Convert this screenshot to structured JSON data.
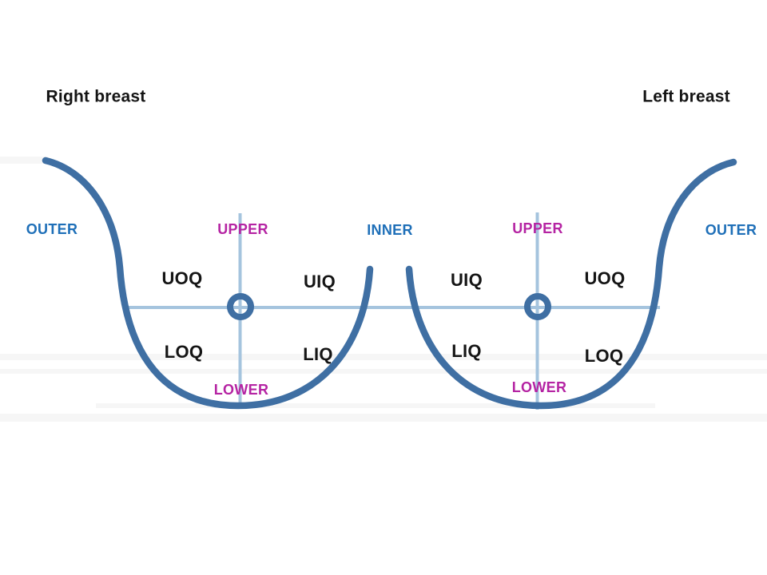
{
  "colors": {
    "outline": "#3f6fa3",
    "crosshair": "#a5c4de",
    "blue_label": "#1e6fb8",
    "magenta_label": "#b524a3",
    "black_label": "#141414",
    "background": "#ffffff"
  },
  "right_breast": {
    "title": "Right breast",
    "outer": "OUTER",
    "upper": "UPPER",
    "lower": "LOWER",
    "uoq": "UOQ",
    "uiq": "UIQ",
    "loq": "LOQ",
    "liq": "LIQ"
  },
  "midline": {
    "inner": "INNER"
  },
  "left_breast": {
    "title": "Left breast",
    "outer": "OUTER",
    "upper": "UPPER",
    "lower": "LOWER",
    "uoq": "UOQ",
    "uiq": "UIQ",
    "loq": "LOQ",
    "liq": "LIQ"
  }
}
